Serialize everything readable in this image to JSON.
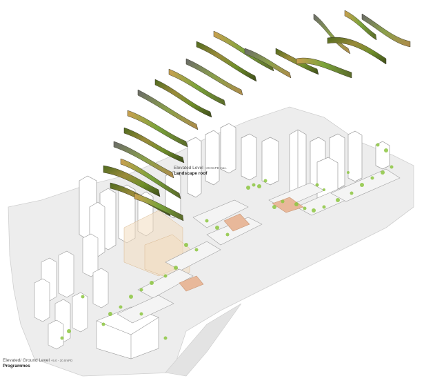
{
  "labels": {
    "elevated": {
      "level": "Elevated Level",
      "height": "+20.0mPD max.",
      "name": "Landscape roof"
    },
    "ground": {
      "level": "Elevated/ Ground Level",
      "height": "+5.0 - 20.0mPD",
      "name": "Programmes"
    }
  },
  "colors": {
    "ground_plane": "#e9e9e9",
    "building_fill": "#ffffff",
    "building_stroke": "#9a9a9a",
    "tree_green": "#8cc63f",
    "roof_foliage": "#7a8a2a",
    "terrace_orange": "#e8b89a",
    "translucent_panel": "#f3dcc0"
  }
}
